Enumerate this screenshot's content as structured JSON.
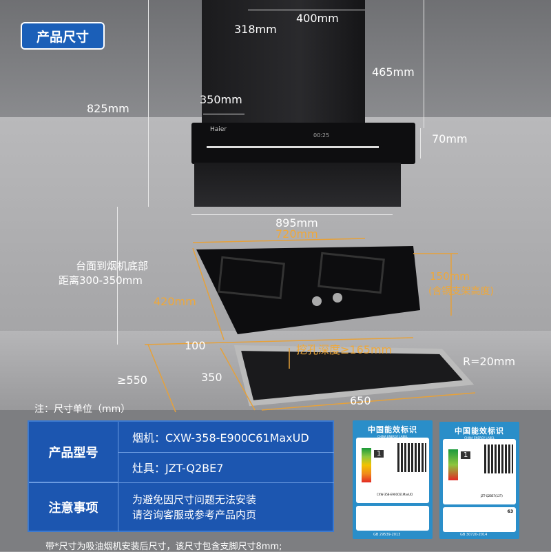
{
  "badge": "产品尺寸",
  "hood": {
    "depth": "318mm",
    "width_top": "400mm",
    "chimney_height": "465mm",
    "total_height": "825mm",
    "panel_depth": "350mm",
    "brand": "Haier",
    "display": "00:25",
    "body_height": "70mm",
    "width": "895mm"
  },
  "cooktop": {
    "width": "720mm",
    "depth": "420mm",
    "height": "150mm",
    "height_note": "(含锅支架高度)",
    "distance_label_1": "台面到烟机底部",
    "distance_label_2": "距离300-350mm"
  },
  "cutout": {
    "margin": "100",
    "depth_note": "挖孔深度≥165mm",
    "radius": "R=20mm",
    "counter_depth": "≥550",
    "height": "350",
    "width": "650"
  },
  "unit_note": "注：尺寸单位（mm）",
  "table": {
    "model_label": "产品型号",
    "hood_model": "烟机：CXW-358-E900C61MaxUD",
    "stove_model": "灶具：JZT-Q2BE7",
    "notice_label": "注意事项",
    "notice_1": "为避免因尺寸问题无法安装",
    "notice_2": "请咨询客服或参考产品内页"
  },
  "footnote": "带*尺寸为吸油烟机安装后尺寸，该尺寸包含支脚尺寸8mm;",
  "energy_labels": [
    {
      "title": "中国能效标识",
      "subtitle": "CHINA ENERGY LABEL",
      "grade": "1",
      "model": "CXW-358-E900C61MaxUD",
      "standard": "GB 29539-2013"
    },
    {
      "title": "中国能效标识",
      "subtitle": "CHINA ENERGY LABEL",
      "grade": "1",
      "model": "JZT-Q2BE7(12T)",
      "efficiency": "63",
      "standard": "GB 30720-2014"
    }
  ],
  "colors": {
    "accent": "#1b5fb8",
    "dimension": "#f0a838",
    "label_blue": "#2a8ec9"
  }
}
